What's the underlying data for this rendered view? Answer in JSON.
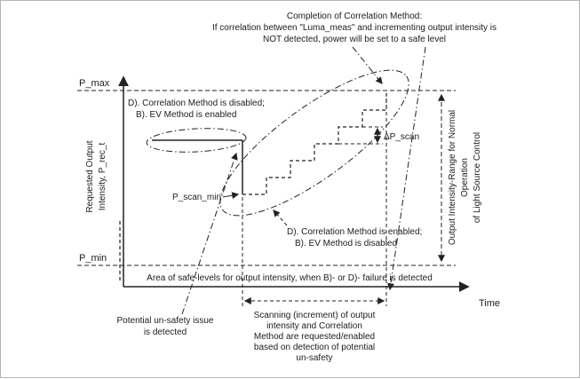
{
  "colors": {
    "ink": "#1c1c1c",
    "background": "#ffffff"
  },
  "top_note": {
    "line1": "Completion of Correlation Method:",
    "line2": "If correlation between \"Luma_meas\" and incrementing output intensity is",
    "line3": "NOT detected, power will be set to a safe level"
  },
  "axes": {
    "y_label_line1": "Requested Output",
    "y_label_line2": "Intensity, P_rec_t",
    "x_label": "Time",
    "p_max": "P_max",
    "p_min": "P_min"
  },
  "annotations": {
    "disabled_line1": "D). Correlation Method is disabled;",
    "disabled_line2": "B). EV Method is enabled",
    "enabled_line1": "D). Correlation Method is enabled;",
    "enabled_line2": "B). EV Method is disabled",
    "p_scan_min": "P_scan_min",
    "delta_p_scan": "ΔP_scan",
    "safe_area": "Area of safe-levels for output intensity, when B)- or D)- failure is detected",
    "range_line1": "Output Intensity-Range for Normal",
    "range_line2": "Operation",
    "range_line3": "of Light Source Control",
    "unsafe_line1": "Potential un-safety issue",
    "unsafe_line2": "is detected",
    "scan_line1": "Scanning (increment) of output",
    "scan_line2": "intensity and Correlation",
    "scan_line3": "Method are requested/enabled",
    "scan_line4": "based on detection of potential",
    "scan_line5": "un-safety"
  }
}
